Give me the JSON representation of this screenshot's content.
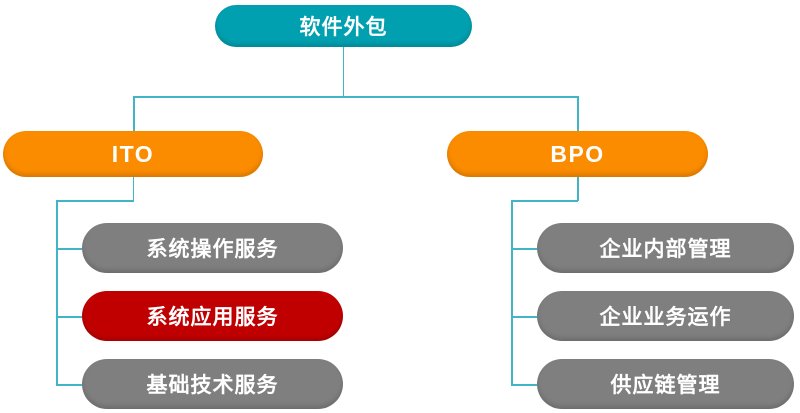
{
  "diagram": {
    "type": "tree",
    "root": {
      "label": "软件外包"
    },
    "branches": [
      {
        "label": "ITO",
        "children": [
          {
            "label": "系统操作服务",
            "highlight": false
          },
          {
            "label": "系统应用服务",
            "highlight": true
          },
          {
            "label": "基础技术服务",
            "highlight": false
          }
        ]
      },
      {
        "label": "BPO",
        "children": [
          {
            "label": "企业内部管理",
            "highlight": false
          },
          {
            "label": "企业业务运作",
            "highlight": false
          },
          {
            "label": "供应链管理",
            "highlight": false
          }
        ]
      }
    ]
  },
  "colors": {
    "root": "#00A0B0",
    "branch": "#FB8C00",
    "leaf": "#7F7F7F",
    "highlight": "#C00000",
    "line": "#41B5C5",
    "text": "#FFFFFF",
    "background": "#FFFFFF"
  }
}
